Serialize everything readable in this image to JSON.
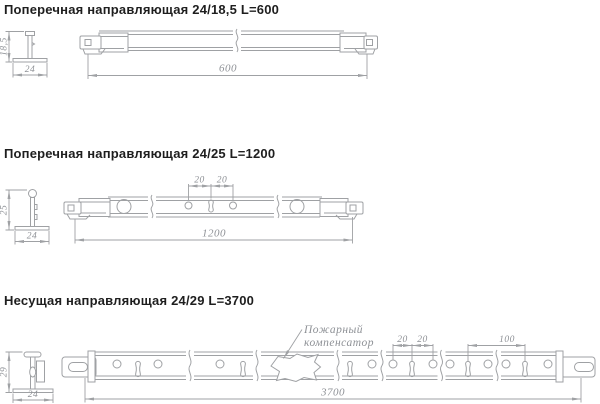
{
  "colors": {
    "bg": "#ffffff",
    "line": "#9fa1a4",
    "dim": "#9fa1a4",
    "dimtext": "#8e9196",
    "title": "#1e1e1e"
  },
  "sections": [
    {
      "title": "Поперечная направляющая 24/18,5 L=600",
      "cross_section": {
        "height": "18,5",
        "width": "24"
      },
      "profile": {
        "length": "600"
      }
    },
    {
      "title": "Поперечная направляющая 24/25 L=1200",
      "cross_section": {
        "height": "25",
        "width": "24"
      },
      "profile": {
        "length": "1200",
        "hole_spacing": [
          "20",
          "20"
        ]
      }
    },
    {
      "title": "Несущая направляющая 24/29 L=3700",
      "cross_section": {
        "height": "29",
        "width": "24"
      },
      "profile": {
        "length": "3700",
        "hole_spacing": [
          "20",
          "20"
        ],
        "hole_pitch": "100",
        "annotation": {
          "line1": "Пожарный",
          "line2": "компенсатор"
        }
      }
    }
  ]
}
